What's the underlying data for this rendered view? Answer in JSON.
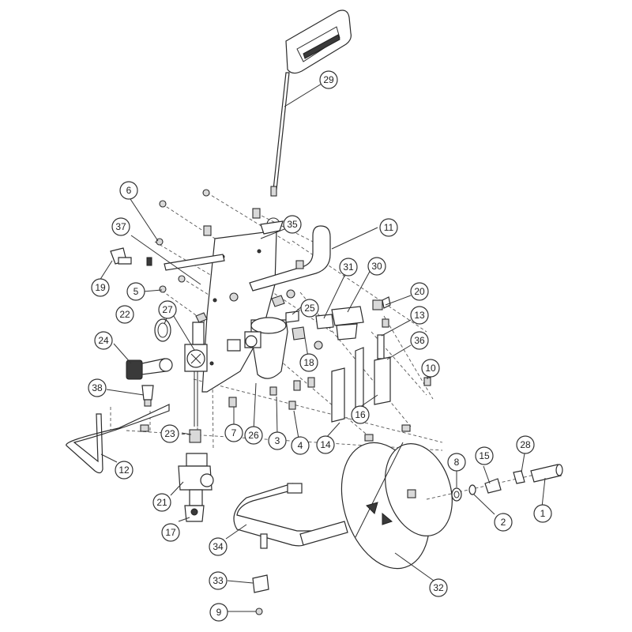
{
  "callouts": [
    {
      "id": "1",
      "label": "1"
    },
    {
      "id": "2",
      "label": "2"
    },
    {
      "id": "3",
      "label": "3"
    },
    {
      "id": "4",
      "label": "4"
    },
    {
      "id": "5",
      "label": "5"
    },
    {
      "id": "6",
      "label": "6"
    },
    {
      "id": "7",
      "label": "7"
    },
    {
      "id": "8",
      "label": "8"
    },
    {
      "id": "9",
      "label": "9"
    },
    {
      "id": "10",
      "label": "10"
    },
    {
      "id": "11",
      "label": "11"
    },
    {
      "id": "12",
      "label": "12"
    },
    {
      "id": "13",
      "label": "13"
    },
    {
      "id": "14",
      "label": "14"
    },
    {
      "id": "15",
      "label": "15"
    },
    {
      "id": "16",
      "label": "16"
    },
    {
      "id": "17",
      "label": "17"
    },
    {
      "id": "18",
      "label": "18"
    },
    {
      "id": "19",
      "label": "19"
    },
    {
      "id": "20",
      "label": "20"
    },
    {
      "id": "21",
      "label": "21"
    },
    {
      "id": "22",
      "label": "22"
    },
    {
      "id": "23",
      "label": "23"
    },
    {
      "id": "24",
      "label": "24"
    },
    {
      "id": "25",
      "label": "25"
    },
    {
      "id": "26",
      "label": "26"
    },
    {
      "id": "27",
      "label": "27"
    },
    {
      "id": "28",
      "label": "28"
    },
    {
      "id": "29",
      "label": "29"
    },
    {
      "id": "30",
      "label": "30"
    },
    {
      "id": "31",
      "label": "31"
    },
    {
      "id": "32",
      "label": "32"
    },
    {
      "id": "33",
      "label": "33"
    },
    {
      "id": "34",
      "label": "34"
    },
    {
      "id": "35",
      "label": "35"
    },
    {
      "id": "36",
      "label": "36"
    },
    {
      "id": "37",
      "label": "37"
    },
    {
      "id": "38",
      "label": "38"
    }
  ]
}
